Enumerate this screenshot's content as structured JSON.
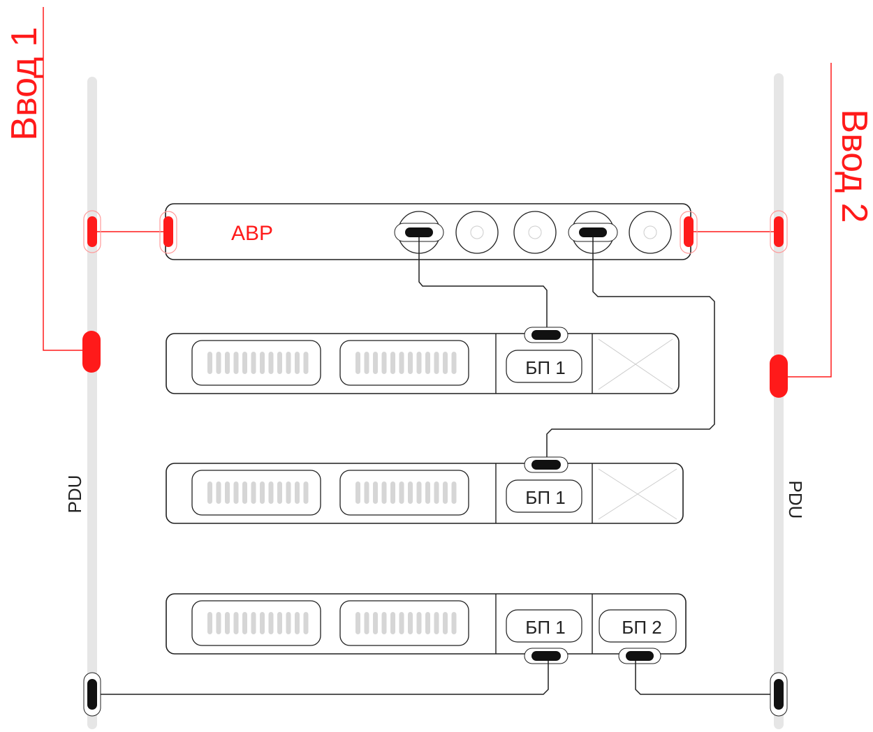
{
  "colors": {
    "accent_red": "#ff1a1a",
    "outline": "#1f1f1f",
    "pdu_bar": "#e6e6e6",
    "fan_fill": "#d6d6d6"
  },
  "inputs": {
    "input1_label": "Ввод 1",
    "input2_label": "Ввод 2"
  },
  "pdu": {
    "left_label": "PDU",
    "right_label": "PDU"
  },
  "ats": {
    "label": "АВР"
  },
  "servers": [
    {
      "psu1_label": "БП 1",
      "psu2_label": ""
    },
    {
      "psu1_label": "БП 1",
      "psu2_label": ""
    },
    {
      "psu1_label": "БП 1",
      "psu2_label": "БП 2"
    }
  ]
}
